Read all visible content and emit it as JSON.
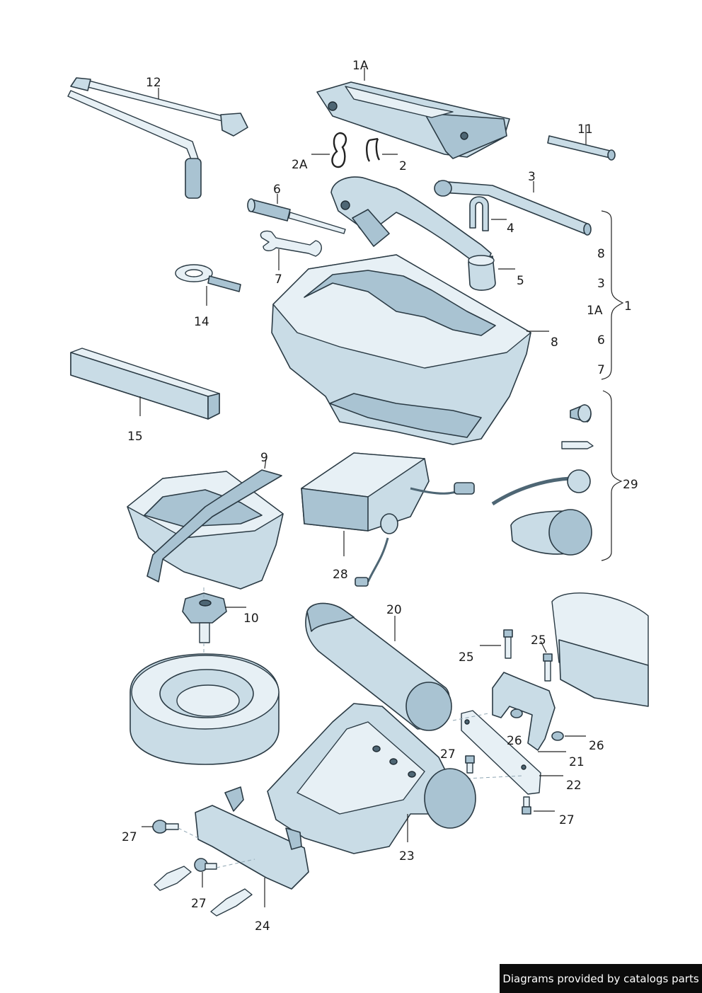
{
  "labels": {
    "l1A_top": "1A",
    "l12": "12",
    "l11": "11",
    "l2A": "2A",
    "l2": "2",
    "l3": "3",
    "l6": "6",
    "l4": "4",
    "l7": "7",
    "l5": "5",
    "l14": "14",
    "l8": "8",
    "l15": "15",
    "l9": "9",
    "l29": "29",
    "l28": "28",
    "l10": "10",
    "l20": "20",
    "l25a": "25",
    "l25b": "25",
    "l26a": "26",
    "l26b": "26",
    "l27a": "27",
    "l21": "21",
    "l22": "22",
    "l27b": "27",
    "l23": "23",
    "l27c": "27",
    "l27d": "27",
    "l24": "24"
  },
  "legend": {
    "group1": {
      "items": [
        "8",
        "3",
        "1A",
        "6",
        "7"
      ],
      "label": "1"
    }
  },
  "credit": "Diagrams provided by catalogs parts",
  "colors": {
    "part_fill": "#c9dce6",
    "outline": "#2a3a44",
    "credit_bg": "#0b0b0b"
  }
}
